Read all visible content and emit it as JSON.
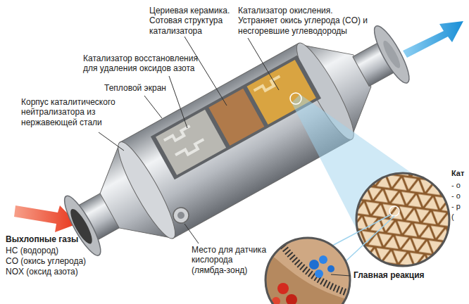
{
  "diagram": {
    "labels": [
      "Цериевая керамика. Сотовая структура катализатора",
      "Катализатор окисления. Устраняет окись углерода (CO) и несгоревшие углеводороды",
      "Катализатор восстановления для удаления оксидов азота",
      "Тепловой экран",
      "Корпус каталитического нейтрализатора из нержавеющей стали",
      "Выхлопные газы",
      "HC (водород)",
      "CO (окись углерода)",
      "NOX (оксид азота)",
      "Место для датчика кислорода (лямбда-зонд)",
      "Главная реакция",
      "Кат",
      "- о",
      "- о",
      "- р",
      "("
    ]
  }
}
